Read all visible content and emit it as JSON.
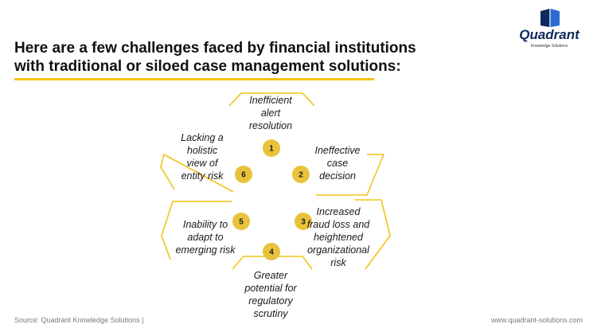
{
  "header": {
    "title_line1": "Here are a few challenges faced by financial institutions",
    "title_line2": "with traditional or siloed case management solutions:"
  },
  "logo": {
    "name": "Quadrant",
    "tagline": "Knowledge Solutions"
  },
  "colors": {
    "accent": "#F2C317",
    "badge": "#E8C23A",
    "brand": "#0e2a5c"
  },
  "challenges": [
    {
      "number": "1",
      "lines": [
        "Inefficient",
        "alert",
        "resolution"
      ]
    },
    {
      "number": "2",
      "lines": [
        "Ineffective",
        "case",
        "decision"
      ]
    },
    {
      "number": "3",
      "lines": [
        "Increased",
        "fraud loss and",
        "heightened",
        "organizational",
        "risk"
      ]
    },
    {
      "number": "4",
      "lines": [
        "Greater",
        "potential for",
        "regulatory",
        "scrutiny"
      ]
    },
    {
      "number": "5",
      "lines": [
        "Inability to",
        "adapt to",
        "emerging risk"
      ]
    },
    {
      "number": "6",
      "lines": [
        "Lacking a",
        "holistic",
        "view of",
        "entity risk"
      ]
    }
  ],
  "footer": {
    "source": "Source: Quadrant Knowledge Solutions |",
    "website": "www.quadrant-solutions.com"
  }
}
